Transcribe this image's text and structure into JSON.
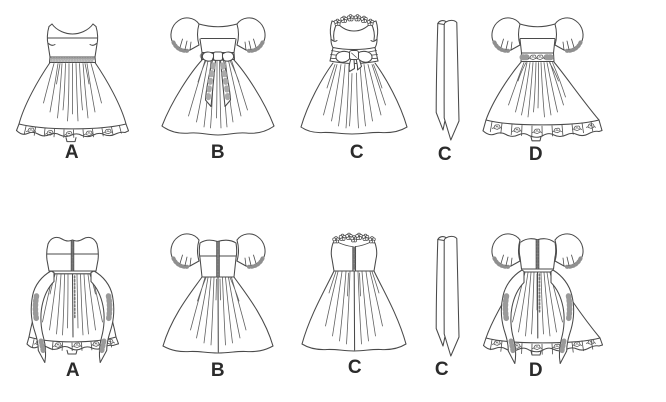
{
  "canvas": {
    "background": "#ffffff",
    "line_color": "#4a4a4a",
    "label_color": "#2b2b2b"
  },
  "rows": [
    {
      "name": "front-views",
      "figures": [
        {
          "label": "A",
          "name": "dress-a-front"
        },
        {
          "label": "B",
          "name": "dress-b-front"
        },
        {
          "label": "C",
          "name": "dress-c-front"
        },
        {
          "label": "C",
          "name": "sash-c-front"
        },
        {
          "label": "D",
          "name": "dress-d-front"
        }
      ]
    },
    {
      "name": "back-views",
      "figures": [
        {
          "label": "A",
          "name": "dress-a-back"
        },
        {
          "label": "B",
          "name": "dress-b-back"
        },
        {
          "label": "C",
          "name": "dress-c-back"
        },
        {
          "label": "C",
          "name": "sash-c-back"
        },
        {
          "label": "D",
          "name": "dress-d-back"
        }
      ]
    }
  ]
}
